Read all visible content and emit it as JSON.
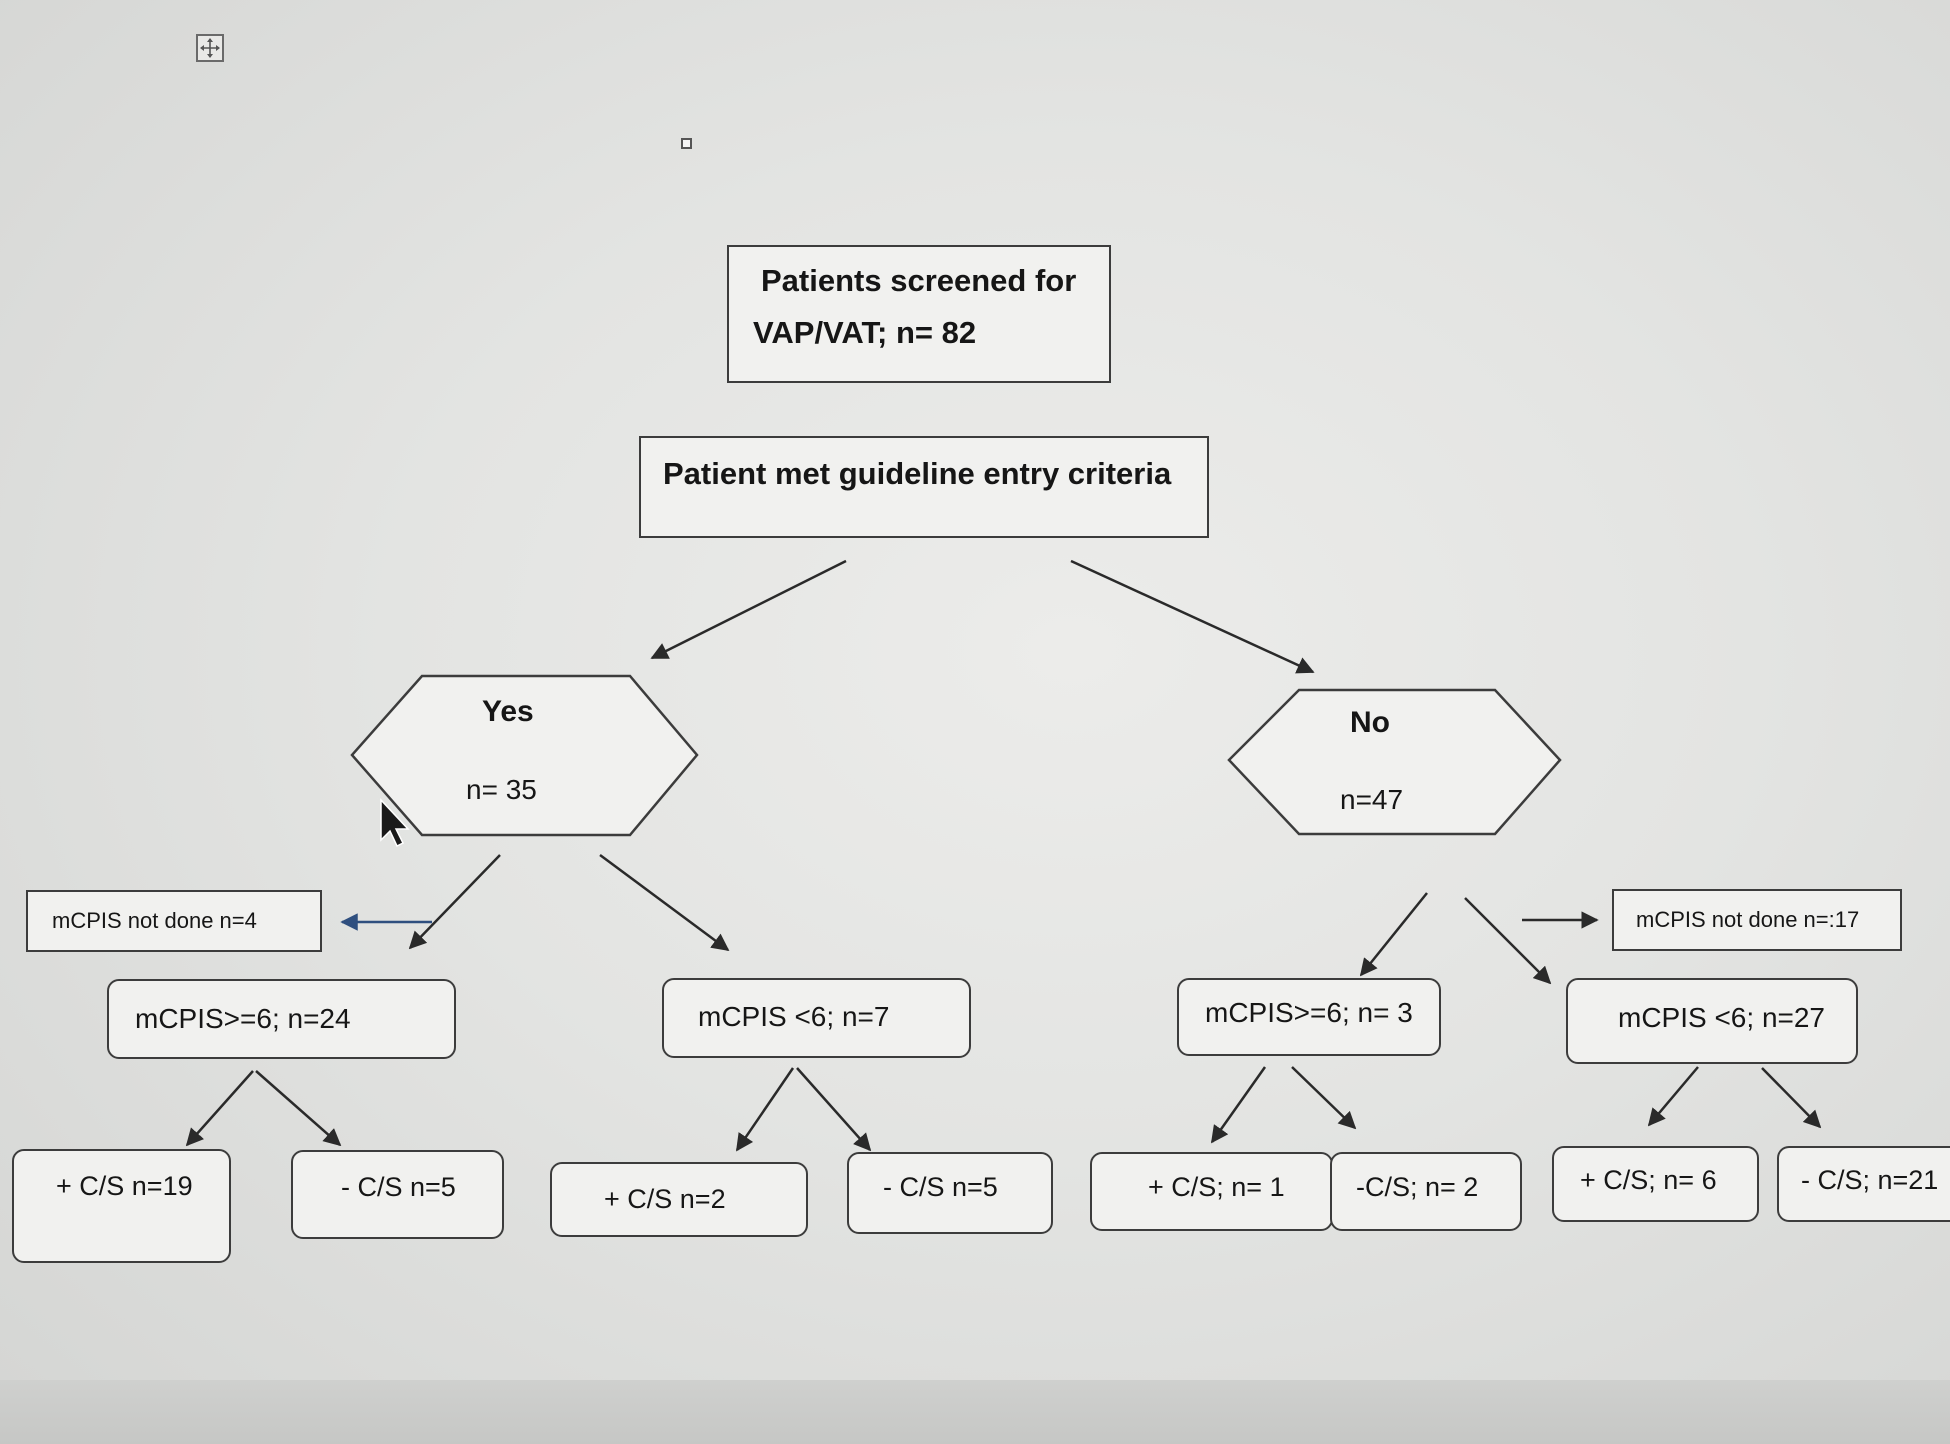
{
  "flowchart": {
    "screened": {
      "line1": "Patients screened for",
      "line2": "VAP/VAT; n= 82"
    },
    "criteria": {
      "label": "Patient met guideline entry criteria"
    },
    "yes": {
      "title": "Yes",
      "count": "n= 35"
    },
    "no": {
      "title": "No",
      "count": "n=47"
    },
    "yes_not_done": {
      "label": "mCPIS not done n=4"
    },
    "no_not_done": {
      "label": "mCPIS not done n=:17"
    },
    "yes_high": {
      "label": "mCPIS>=6; n=24"
    },
    "yes_low": {
      "label": "mCPIS <6; n=7"
    },
    "no_high": {
      "label": "mCPIS>=6; n= 3"
    },
    "no_low": {
      "label": "mCPIS <6; n=27"
    },
    "leaves": {
      "yes_high_pos": "+ C/S n=19",
      "yes_high_neg": "- C/S n=5",
      "yes_low_pos": "+ C/S n=2",
      "yes_low_neg": "- C/S n=5",
      "no_high_pos": "+ C/S; n= 1",
      "no_high_neg": "-C/S; n= 2",
      "no_low_pos": "+ C/S; n= 6",
      "no_low_neg": "- C/S; n=21"
    }
  },
  "icons": {
    "move_handle": "move-handle-icon",
    "cursor": "mouse-cursor-icon"
  },
  "colors": {
    "line": "#2a2a2a",
    "side_arrow": "#2f4f7f",
    "box_fill": "#f1f1ef"
  }
}
